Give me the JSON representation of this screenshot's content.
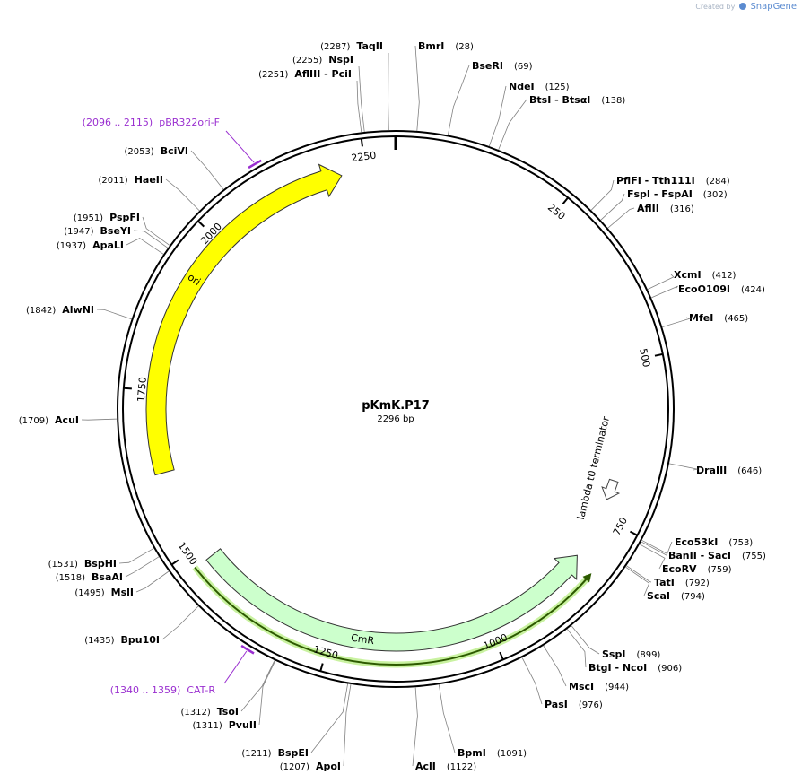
{
  "credit": {
    "prefix": "Created by",
    "brand": "SnapGene"
  },
  "plasmid": {
    "name": "pKmK.P17",
    "length_label": "2296 bp",
    "length": 2296
  },
  "ticks": [
    {
      "pos": 250,
      "label": "250"
    },
    {
      "pos": 500,
      "label": "500"
    },
    {
      "pos": 750,
      "label": "750"
    },
    {
      "pos": 1000,
      "label": "1000"
    },
    {
      "pos": 1250,
      "label": "1250"
    },
    {
      "pos": 1500,
      "label": "1500"
    },
    {
      "pos": 1750,
      "label": "1750"
    },
    {
      "pos": 2000,
      "label": "2000"
    },
    {
      "pos": 2250,
      "label": "2250"
    }
  ],
  "sites": [
    {
      "name": "TaqII",
      "pos": "(2287)",
      "at": 2287
    },
    {
      "name": "NspI",
      "pos": "(2255)",
      "at": 2255
    },
    {
      "name": "AflIII  - PciI",
      "pos": "(2251)",
      "at": 2251
    },
    {
      "name": "BmrI",
      "pos": "(28)",
      "at": 28
    },
    {
      "name": "BseRI",
      "pos": "(69)",
      "at": 69
    },
    {
      "name": "NdeI",
      "pos": "(125)",
      "at": 125
    },
    {
      "name": "BtsI  - BtsαI",
      "pos": "(138)",
      "at": 138
    },
    {
      "name": "BciVI",
      "pos": "(2053)",
      "at": 2053
    },
    {
      "name": "HaeII",
      "pos": "(2011)",
      "at": 2011
    },
    {
      "name": "PspFI",
      "pos": "(1951)",
      "at": 1951
    },
    {
      "name": "BseYI",
      "pos": "(1947)",
      "at": 1947
    },
    {
      "name": "ApaLI",
      "pos": "(1937)",
      "at": 1937
    },
    {
      "name": "AlwNI",
      "pos": "(1842)",
      "at": 1842
    },
    {
      "name": "AcuI",
      "pos": "(1709)",
      "at": 1709
    },
    {
      "name": "PflFI  - Tth111I",
      "pos": "(284)",
      "at": 284
    },
    {
      "name": "FspI  - FspAI",
      "pos": "(302)",
      "at": 302
    },
    {
      "name": "AflII",
      "pos": "(316)",
      "at": 316
    },
    {
      "name": "XcmI",
      "pos": "(412)",
      "at": 412
    },
    {
      "name": "EcoO109I",
      "pos": "(424)",
      "at": 424
    },
    {
      "name": "MfeI",
      "pos": "(465)",
      "at": 465
    },
    {
      "name": "DraIII",
      "pos": "(646)",
      "at": 646
    },
    {
      "name": "Eco53kI",
      "pos": "(753)",
      "at": 753
    },
    {
      "name": "BanII  - SacI",
      "pos": "(755)",
      "at": 755
    },
    {
      "name": "EcoRV",
      "pos": "(759)",
      "at": 759
    },
    {
      "name": "TatI",
      "pos": "(792)",
      "at": 792
    },
    {
      "name": "ScaI",
      "pos": "(794)",
      "at": 794
    },
    {
      "name": "SspI",
      "pos": "(899)",
      "at": 899
    },
    {
      "name": "BtgI  - NcoI",
      "pos": "(906)",
      "at": 906
    },
    {
      "name": "MscI",
      "pos": "(944)",
      "at": 944
    },
    {
      "name": "PasI",
      "pos": "(976)",
      "at": 976
    },
    {
      "name": "BpmI",
      "pos": "(1091)",
      "at": 1091
    },
    {
      "name": "AclI",
      "pos": "(1122)",
      "at": 1122
    },
    {
      "name": "BspHI",
      "pos": "(1531)",
      "at": 1531
    },
    {
      "name": "BsaAI",
      "pos": "(1518)",
      "at": 1518
    },
    {
      "name": "MslI",
      "pos": "(1495)",
      "at": 1495
    },
    {
      "name": "Bpu10I",
      "pos": "(1435)",
      "at": 1435
    },
    {
      "name": "TsoI",
      "pos": "(1312)",
      "at": 1312
    },
    {
      "name": "PvuII",
      "pos": "(1311)",
      "at": 1311
    },
    {
      "name": "BspEI",
      "pos": "(1211)",
      "at": 1211
    },
    {
      "name": "ApoI",
      "pos": "(1207)",
      "at": 1207
    }
  ],
  "primers": [
    {
      "name": "pBR322ori-F",
      "range": "(2096 .. 2115)",
      "start": 2096,
      "end": 2115
    },
    {
      "name": "CAT-R",
      "range": "(1340 .. 1359)",
      "start": 1340,
      "end": 1359
    }
  ],
  "features": [
    {
      "name": "ori",
      "start": 1624,
      "end": 2213,
      "direction": "forward",
      "color": "#ffff00"
    },
    {
      "name": "CmR",
      "start": 822,
      "end": 1476,
      "direction": "reverse",
      "color": "#ccffcc"
    },
    {
      "name": "lambda t0 terminator",
      "start": 725,
      "end": 700,
      "direction": "reverse",
      "color": "#ffffff"
    }
  ],
  "colors": {
    "backbone": "#000000",
    "primer": "#9a2fd0",
    "leader": "#808080",
    "orf_line": "#2d5a00",
    "orf_glow": "#c9f2a0"
  }
}
